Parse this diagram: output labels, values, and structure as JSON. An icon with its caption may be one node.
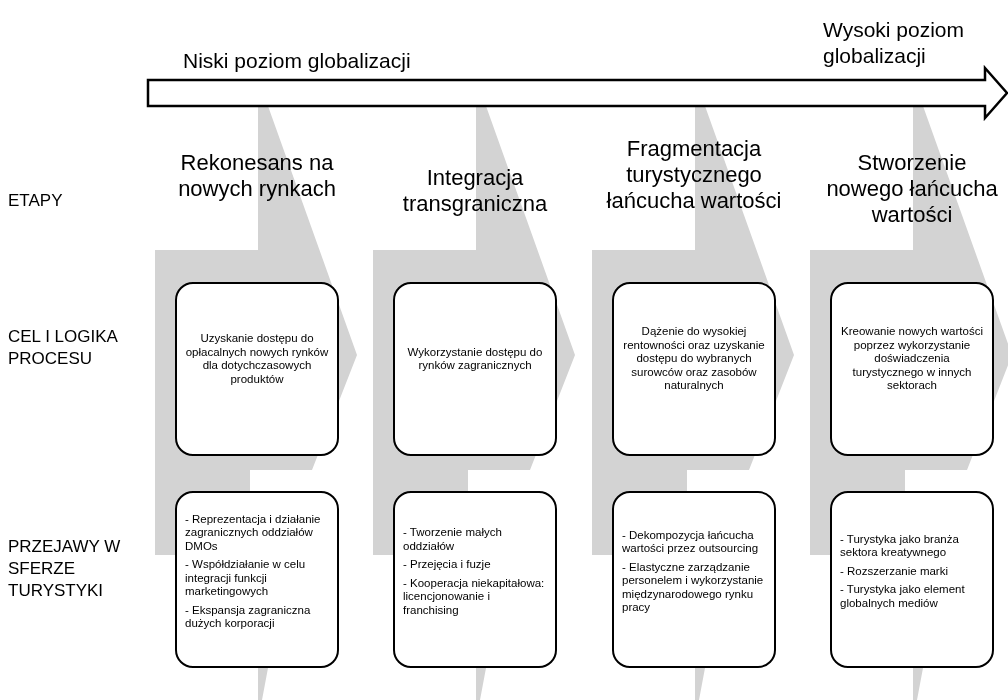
{
  "diagram": {
    "nodes": [
      {
        "text": [
          "Uzyskanie dostępu do opłacalnych nowych rynków dla dotychczasowych produktów"
        ]
      },
      {
        "text": [
          "Wykorzystanie dostępu do rynków zagranicznych"
        ]
      },
      {
        "text": [
          "Dążenie do wysokiej rentowności oraz uzyskanie dostępu do wybranych surowców oraz zasobów naturalnych"
        ]
      },
      {
        "text": [
          "Kreowanie nowych wartości poprzez wykorzystanie doświadczenia turystycznego w innych sektorach"
        ]
      },
      {
        "text": [
          "- Reprezentacja i działanie zagranicznych oddziałów DMOs",
          "- Współdziałanie w celu integracji funkcji marketingowych",
          "- Ekspansja zagraniczna dużych korporacji"
        ]
      },
      {
        "text": [
          "- Tworzenie małych oddziałów",
          "- Przejęcia i fuzje",
          "- Kooperacja niekapitałowa: licencjonowanie i franchising"
        ]
      },
      {
        "text": [
          "- Dekompozycja łańcucha wartości przez outsourcing",
          "- Elastyczne zarządzanie personelem i wykorzystanie międzynarodowego rynku pracy"
        ]
      },
      {
        "text": [
          "- Turystyka jako branża sektora kreatywnego",
          "- Rozszerzanie marki",
          "- Turystyka jako element globalnych mediów"
        ]
      }
    ],
    "labels": [
      "Wysoki poziom globalizacji",
      "Niski poziom globalizacji",
      "ETAPY",
      "Rekonesans na nowych rynkach",
      "Integracja transgraniczna",
      "Fragmentacja turystycznego łańcucha wartości",
      "Stworzenie nowego łańcucha wartości",
      "CEL I LOGIKA PROCESU",
      "PRZEJAWY W SFERZE TURYSTYKI"
    ]
  }
}
